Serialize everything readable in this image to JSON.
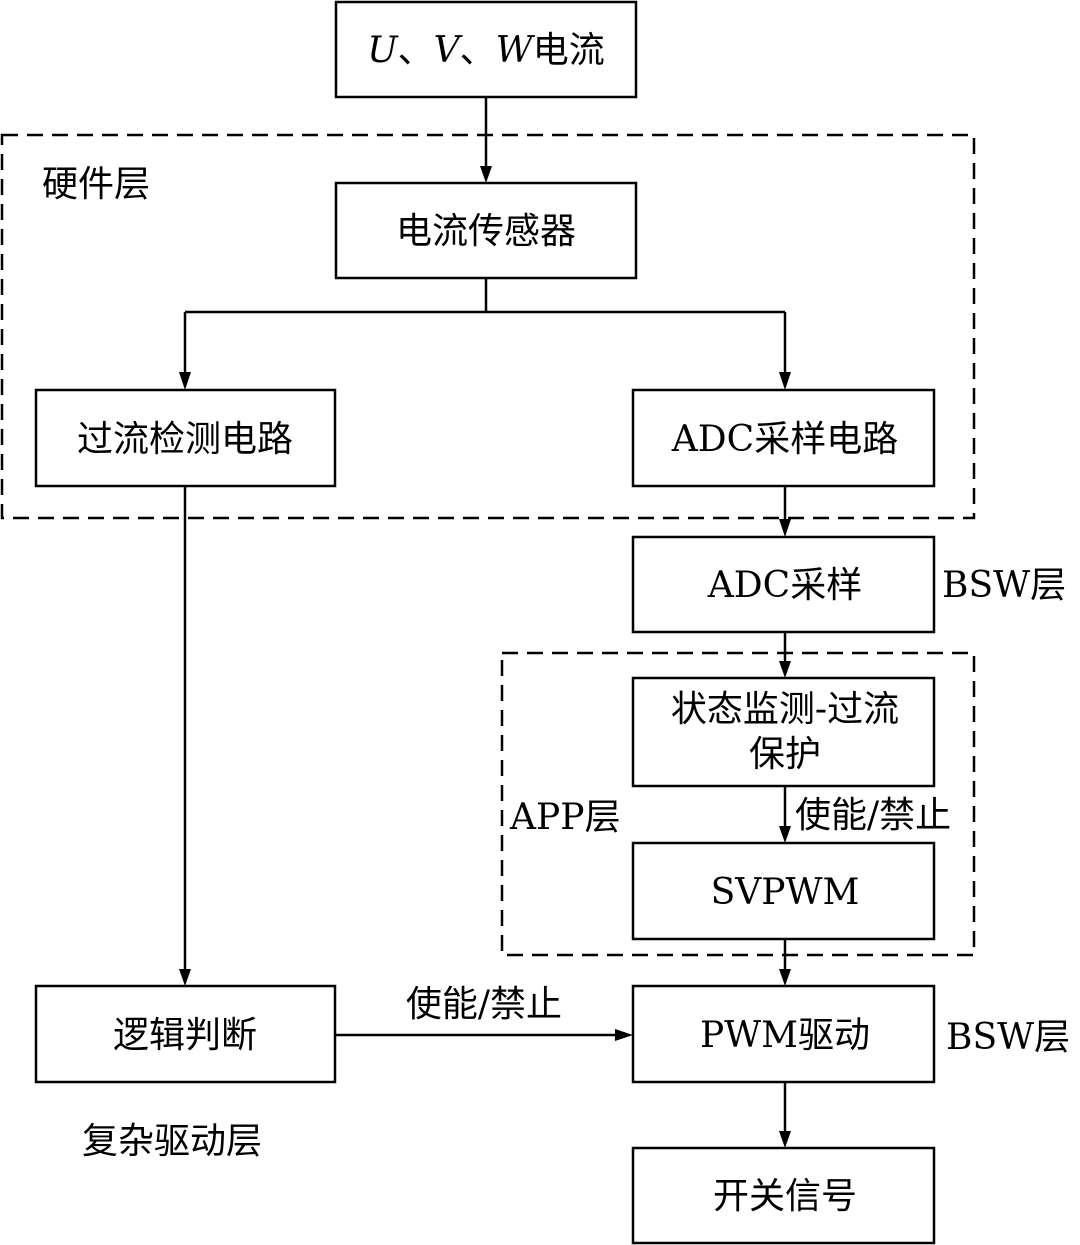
{
  "layers": {
    "hardware": "硬件层",
    "bsw_1": "BSW层",
    "bsw_2": "BSW层",
    "app": "APP层",
    "complex_driver": "复杂驱动层"
  },
  "nodes": {
    "input": {
      "u": "U",
      "sep1": "、",
      "v": "V",
      "sep2": "、",
      "w": "W",
      "suffix": "电流"
    },
    "current_sensor": "电流传感器",
    "overcurrent_circuit": "过流检测电路",
    "adc_circuit": "ADC采样电路",
    "adc_sampling": "ADC采样",
    "state_monitor_line1": "状态监测-过流",
    "state_monitor_line2": "保护",
    "svpwm": "SVPWM",
    "logic": "逻辑判断",
    "pwm_driver": "PWM驱动",
    "switch_signal": "开关信号"
  },
  "edges": {
    "enable_disable_app": "使能/禁止",
    "enable_disable_logic": "使能/禁止"
  }
}
